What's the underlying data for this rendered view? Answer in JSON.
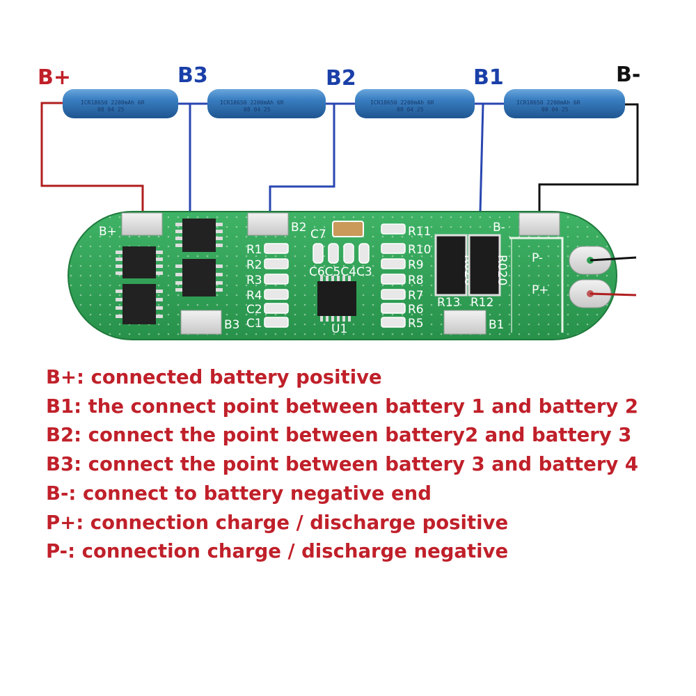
{
  "colors": {
    "pos_label": "#c0202a",
    "tap_label": "#1a3fa8",
    "neg_label": "#111111",
    "wire_pos": "#b01e1e",
    "wire_tap": "#2946b0",
    "wire_neg": "#111111",
    "pcb": "#2f9e52",
    "cell": "#2f6fb0",
    "legend_text": "#c0202a"
  },
  "terminals": {
    "b_plus": "B+",
    "b3": "B3",
    "b2": "B2",
    "b1": "B1",
    "b_minus": "B-"
  },
  "cells": [
    {
      "text_line1": "ICR18650 2200mAh 6R",
      "text_line2": "08 04 25"
    },
    {
      "text_line1": "ICR18650 2200mAh 6R",
      "text_line2": "08 04 25"
    },
    {
      "text_line1": "ICR18650 2200mAh 6R",
      "text_line2": "08 04 25"
    },
    {
      "text_line1": "ICR18650 2200mAh 6R",
      "text_line2": "08 04 25"
    }
  ],
  "pcb": {
    "pad_bplus": "B+",
    "pad_b2": "B2",
    "pad_b3": "B3",
    "pad_b1": "B1",
    "pad_bminus": "B-",
    "pad_pminus": "P-",
    "pad_pplus": "P+",
    "components": [
      "C7",
      "R11",
      "R1",
      "R10",
      "R2",
      "R9",
      "R3",
      "R8",
      "R4",
      "R7",
      "C2",
      "R6",
      "C1",
      "R5",
      "C6C5C4C3",
      "U1",
      "R13",
      "R12"
    ],
    "shunt_marking": "R020"
  },
  "legend": [
    "B+: connected battery positive",
    "B1: the connect point between battery 1 and battery 2",
    "B2: connect the point between battery2 and battery 3",
    "B3: connect the point between battery 3 and battery 4",
    "B-: connect to battery negative end",
    "P+: connection charge / discharge positive",
    "P-: connection charge / discharge negative"
  ]
}
